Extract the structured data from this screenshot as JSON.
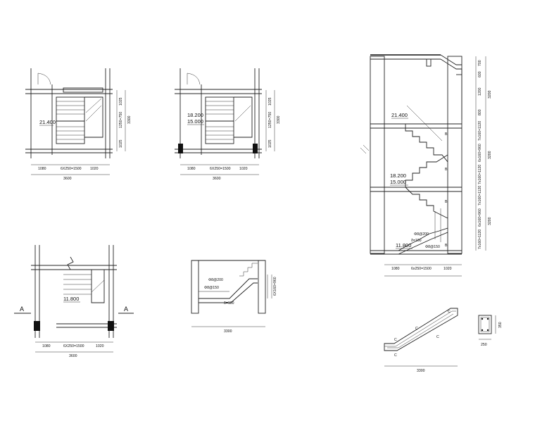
{
  "plan_top_floor": {
    "elevation": "21.400",
    "dims_bottom": [
      "1080",
      "6X250=1500",
      "1020"
    ],
    "total": "3600",
    "dims_right": [
      "1025",
      "1250=750",
      "1025"
    ],
    "total_right": "3300"
  },
  "plan_typical": {
    "elevation_1": "18.200",
    "elevation_2": "15.000",
    "dims_bottom": [
      "1080",
      "6X250=1500",
      "1020"
    ],
    "total": "3600",
    "dims_right": [
      "1025",
      "1250=750",
      "1025"
    ],
    "total_right": "3300"
  },
  "plan_ground": {
    "elevation": "11.800",
    "section_mark_left": "A",
    "section_mark_right": "A",
    "dims_bottom": [
      "1080",
      "6X250=1500",
      "1020"
    ],
    "total": "3600"
  },
  "detail_landing": {
    "rebar_1": "Φ8@200",
    "rebar_2": "Φ8@150",
    "thickness": "δ=100",
    "height": "6X160=960",
    "total": "3300"
  },
  "section_aa": {
    "elevations": [
      "21.400",
      "18.200",
      "15.000",
      "11.800"
    ],
    "rebar_1": "Φ8@200",
    "thickness": "δ=100",
    "rebar_2": "Φ8@150",
    "dims_bottom": [
      "1080",
      "6x250=1500",
      "1020"
    ],
    "dims_right_top": [
      "700",
      "600",
      "1200",
      "800"
    ],
    "total_top": "3200",
    "dims_right_mid": [
      "7x160=1120",
      "6x160=960",
      "7x160=1120"
    ],
    "total_mid": "3200",
    "dims_right_low": [
      "7x160=1120",
      "6x160=960",
      "7x160=1120"
    ],
    "total_low": "3200",
    "flight_tag": "B"
  },
  "detail_flight": {
    "tag": "C",
    "total": "3300"
  },
  "detail_beam": {
    "height": "350",
    "width": "250"
  }
}
